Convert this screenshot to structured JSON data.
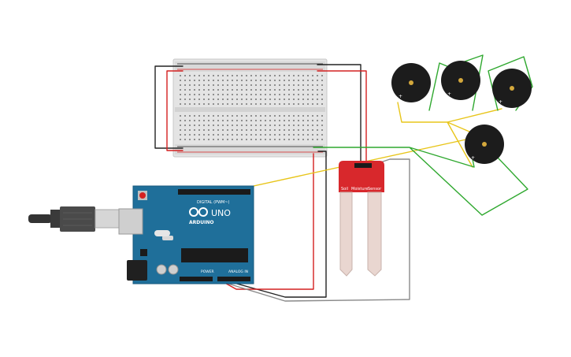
{
  "arduino": {
    "model": "UNO",
    "brand": "ARDUINO",
    "header_digital": "DIGITAL (PWM~)",
    "header_power": "POWER",
    "header_analog": "ANALOG IN"
  },
  "sensor": {
    "label_line1": "Soil",
    "label_line2": "Moisture",
    "label_line3": "Sensor"
  },
  "buzzers": [
    {
      "id": "buzzer-1"
    },
    {
      "id": "buzzer-2"
    },
    {
      "id": "buzzer-3"
    },
    {
      "id": "buzzer-4"
    }
  ],
  "colors": {
    "wire_black": "#222222",
    "wire_red": "#d42020",
    "wire_yellow": "#e8c51a",
    "wire_green": "#2fa82f",
    "wire_gray": "#8a8a8a",
    "board_blue": "#1f6f9a",
    "sensor_red": "#d8282c",
    "breadboard": "#e6e6e6"
  }
}
